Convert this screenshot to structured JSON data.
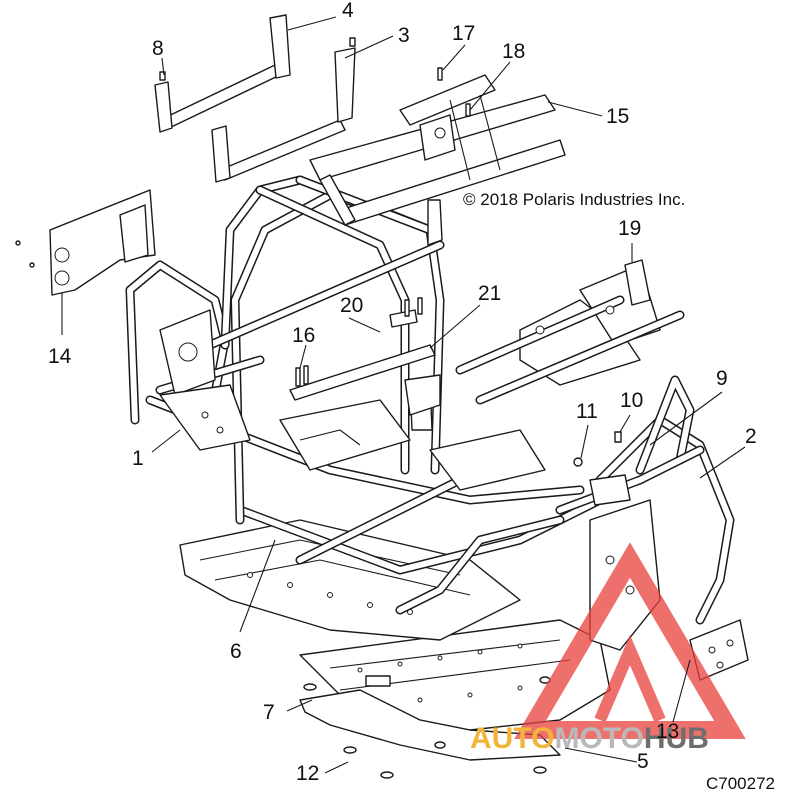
{
  "diagram": {
    "copyright": "© 2018 Polaris Industries Inc.",
    "drawing_code": "C700272",
    "callouts": [
      "1",
      "2",
      "3",
      "4",
      "5",
      "6",
      "7",
      "8",
      "9",
      "10",
      "11",
      "12",
      "13",
      "14",
      "15",
      "16",
      "17",
      "18",
      "19",
      "20",
      "21"
    ]
  },
  "watermark": {
    "text_part1": "AUTO",
    "text_part2": "MOTO",
    "text_part3": "HUB",
    "colors": {
      "triangle": "#e8413c",
      "auto": "#f2b53a",
      "moto": "#b9b9b9",
      "hub": "#6e6e6e"
    }
  }
}
